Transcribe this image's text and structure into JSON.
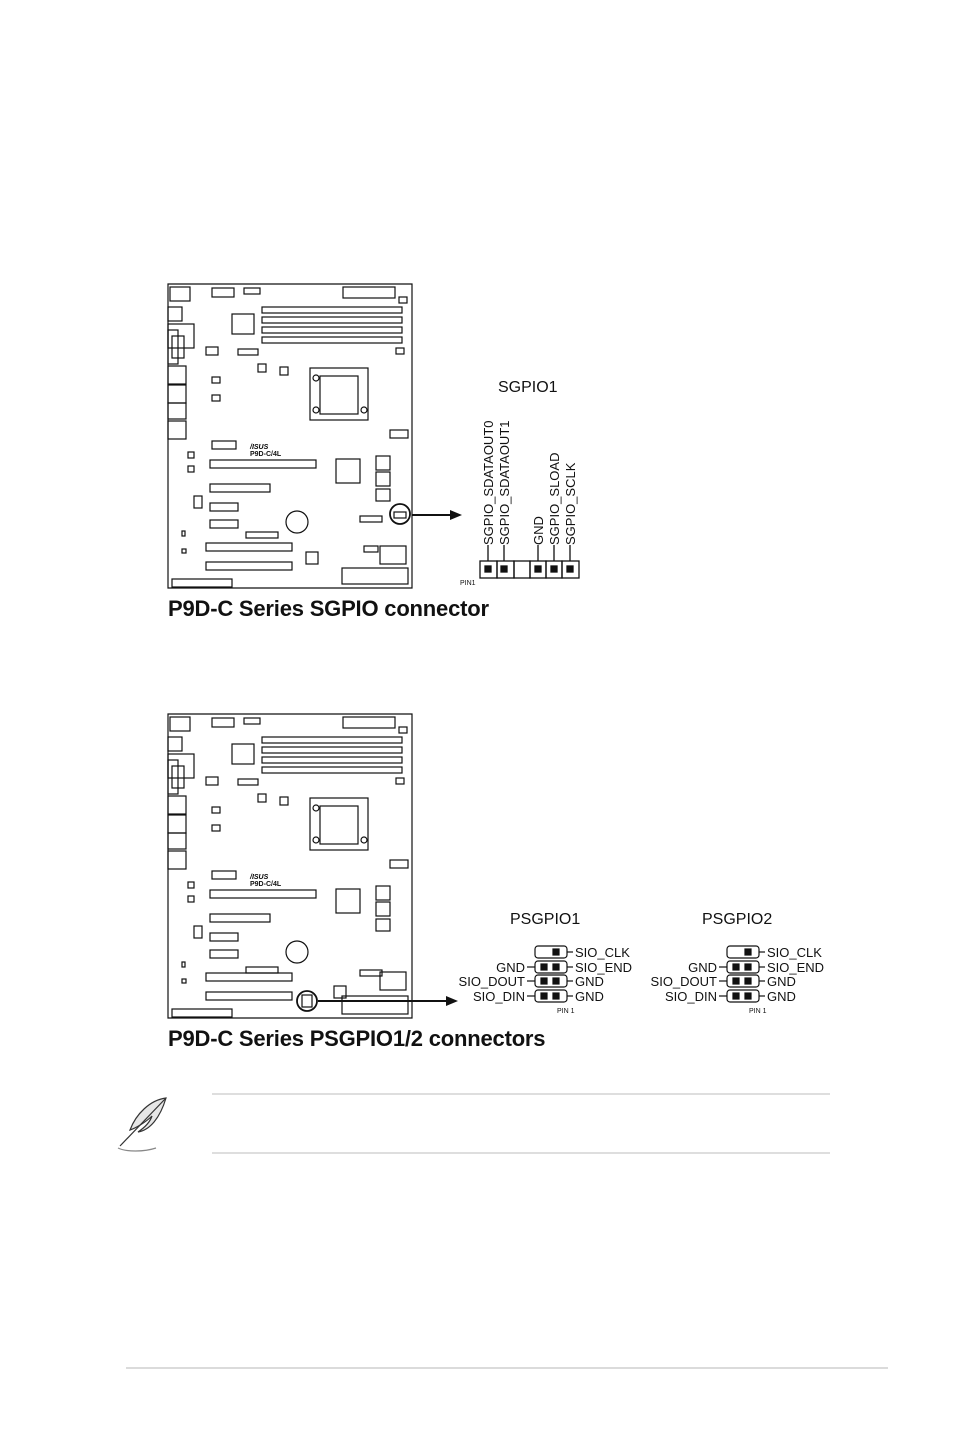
{
  "board_label": "P9D-C/4L",
  "board_brand": "/ISUS",
  "sgpio": {
    "header_title": "SGPIO1",
    "pins": [
      "SGPIO_SDATAOUT0",
      "SGPIO_SDATAOUT1",
      "GND",
      "SGPIO_SLOAD",
      "SGPIO_SCLK"
    ],
    "pin1_label": "PIN1",
    "caption": "P9D-C Series SGPIO connector"
  },
  "psgpio": {
    "header1_title": "PSGPIO1",
    "header2_title": "PSGPIO2",
    "right_labels": [
      "SIO_CLK",
      "SIO_END",
      "GND",
      "GND"
    ],
    "left_labels": [
      "",
      "GND",
      "SIO_DOUT",
      "SIO_DIN"
    ],
    "pin1_label": "PIN 1",
    "caption": "P9D-C Series PSGPIO1/2 connectors"
  },
  "note_icon": "feather-pen-icon"
}
